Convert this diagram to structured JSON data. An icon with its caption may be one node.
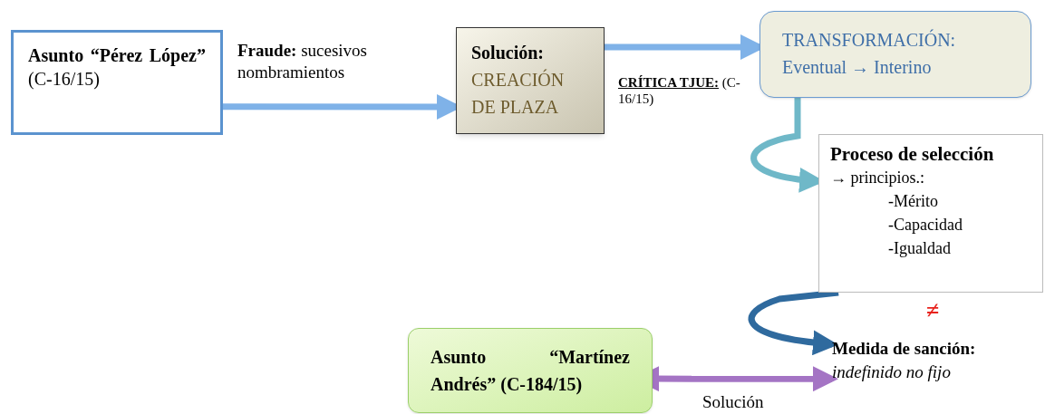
{
  "diagram": {
    "nodes": [
      {
        "text": [
          "**Asunto “Pérez López”** (C-16/15)"
        ]
      },
      {
        "text": [
          "Solución:",
          "CREACIÓN DE PLAZA"
        ]
      },
      {
        "text": [
          "TRANSFORMACIÓN:",
          "Eventual → Interino"
        ]
      },
      {
        "text": [
          "Proceso de selección",
          "→ principios.:",
          "-Mérito",
          "-Capacidad",
          "-Igualdad"
        ],
        "beside": [
          "≠"
        ]
      },
      {
        "text": [
          "Medida de sanción:",
          "indefinido no fijo"
        ]
      },
      {
        "text": [
          "Asunto “Martínez Andrés” (C-184/15)"
        ]
      }
    ],
    "edges": [
      {
        "from": 0,
        "to": 1,
        "arrow": "to",
        "label": "**Fraude:** sucesivos nombramientos"
      },
      {
        "from": 1,
        "to": 2,
        "arrow": "to",
        "label": "**CRÍTICA TJUE:** (C-16/15)"
      },
      {
        "from": 2,
        "to": 3,
        "arrow": "to",
        "color": "#6fb8c8"
      },
      {
        "from": 3,
        "to": 4,
        "arrow": "to",
        "color": "#2f6a9e"
      },
      {
        "from": 5,
        "to": 4,
        "arrow": "both",
        "label": "Solución",
        "color": "#a474c4"
      }
    ]
  }
}
